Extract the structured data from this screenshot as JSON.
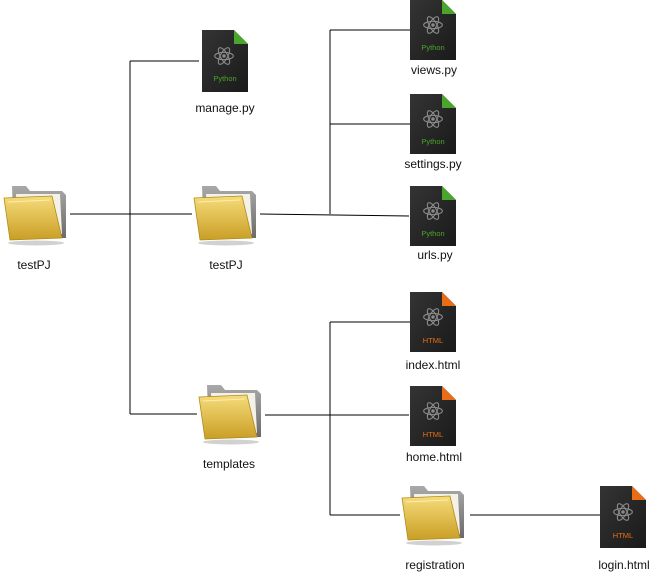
{
  "colors": {
    "python_accent": "#4aa52c",
    "html_accent": "#e96d16",
    "file_body": "#232323",
    "folder_front": "#e7c34a",
    "folder_back": "#8d8d8d",
    "line": "#000000"
  },
  "tree": {
    "root": {
      "label": "testPJ",
      "icon": "folder-icon"
    },
    "manage": {
      "label": "manage.py",
      "icon": "python-file-icon",
      "tag": "Python"
    },
    "app": {
      "label": "testPJ",
      "icon": "folder-icon"
    },
    "templates": {
      "label": "templates",
      "icon": "folder-icon"
    },
    "views": {
      "label": "views.py",
      "icon": "python-file-icon",
      "tag": "Python"
    },
    "settings": {
      "label": "settings.py",
      "icon": "python-file-icon",
      "tag": "Python"
    },
    "urls": {
      "label": "urls.py",
      "icon": "python-file-icon",
      "tag": "Python"
    },
    "index": {
      "label": "index.html",
      "icon": "html-file-icon",
      "tag": "HTML"
    },
    "home": {
      "label": "home.html",
      "icon": "html-file-icon",
      "tag": "HTML"
    },
    "registration": {
      "label": "registration",
      "icon": "folder-icon"
    },
    "login": {
      "label": "login.html",
      "icon": "html-file-icon",
      "tag": "HTML"
    }
  }
}
